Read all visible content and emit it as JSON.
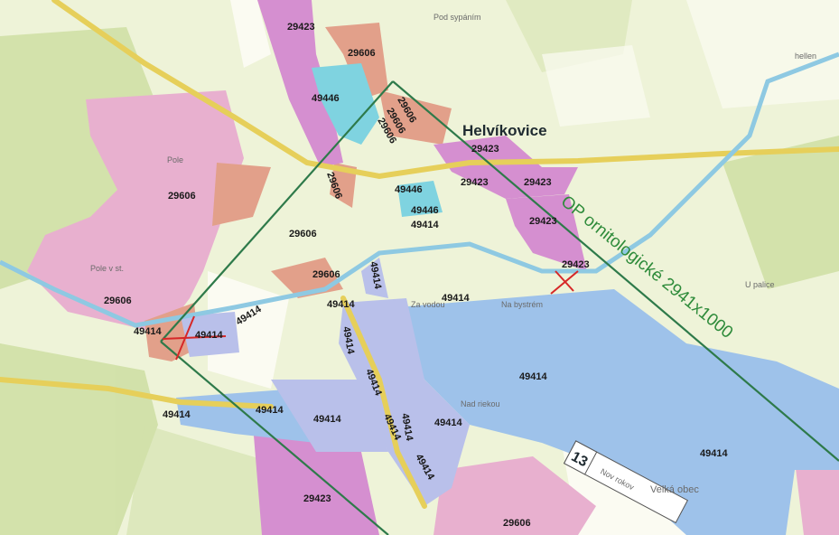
{
  "place_name": "Helvíkovice",
  "protection_zone_label": "OP ornitologické 2941x1000",
  "sheet_number": "13",
  "sheet_sublabel": "Nov rokov",
  "minor_labels": {
    "pod_sypanim": "Pod sypáním",
    "pole": "Pole",
    "pole2": "Pole v st.",
    "u_palice": "U palice",
    "nad_riekou": "Nad riekou",
    "za_vodou": "Za vodou",
    "na_bystrim": "Na bystrém",
    "velka_obec": "Velká obec",
    "helle": "hellen"
  },
  "parcel_labels": {
    "p01": "29423",
    "p02": "29606",
    "p03": "49446",
    "p04": "29606",
    "p05": "29606",
    "p06": "29606",
    "p07": "29423",
    "p08": "29423",
    "p09": "29423",
    "p10": "29606",
    "p11": "49446",
    "p12": "49446",
    "p13": "49414",
    "p14": "29606",
    "p15": "29423",
    "p16": "29606",
    "p17": "29423",
    "p18": "29606",
    "p19": "49414",
    "p20": "49414",
    "p21": "49414",
    "p22": "29606",
    "p23": "49414",
    "p24": "49414",
    "p25": "49414",
    "p26": "49414",
    "p27": "49414",
    "p28": "49414",
    "p29": "49414",
    "p30": "49414",
    "p31": "49414",
    "p32": "49414",
    "p33": "49414",
    "p34": "49414",
    "p35": "29423",
    "p36": "29606",
    "p37": "49414",
    "p38": "49414"
  },
  "colors": {
    "base": "#eef3d8",
    "forest": "#cfe0a6",
    "pink": "#e8b0cf",
    "magenta": "#d58fd0",
    "salmon": "#e2a08a",
    "cyan": "#7fd3e0",
    "blue": "#9ec2ea",
    "lavender": "#b9c0ea",
    "river": "#8ec9e2",
    "road": "#e6cf5a",
    "zone_line": "#2e7a4a",
    "red_mark": "#d62828"
  }
}
